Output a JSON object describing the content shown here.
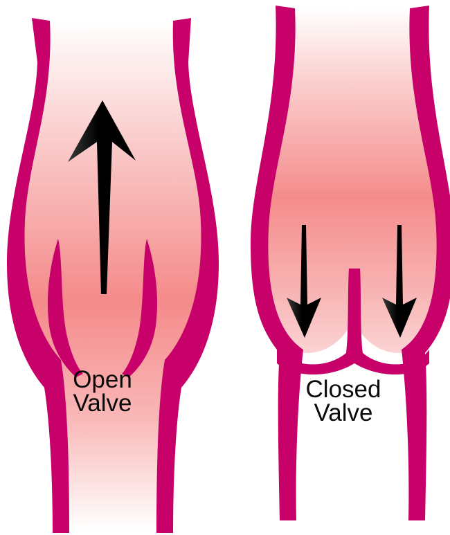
{
  "labels": {
    "open": [
      "Open",
      "Valve"
    ],
    "closed": [
      "Closed",
      "Valve"
    ]
  },
  "colors": {
    "vein_wall": "#c8006a",
    "blood_light": "#fdeaea",
    "blood_mid": "#f8a8a8",
    "blood_dark": "#f58a8a",
    "arrow": "#000000",
    "background": "#ffffff"
  },
  "panels": [
    {
      "state": "open",
      "flow_direction": "up",
      "arrow_count": 1
    },
    {
      "state": "closed",
      "flow_direction": "down",
      "arrow_count": 2
    }
  ]
}
